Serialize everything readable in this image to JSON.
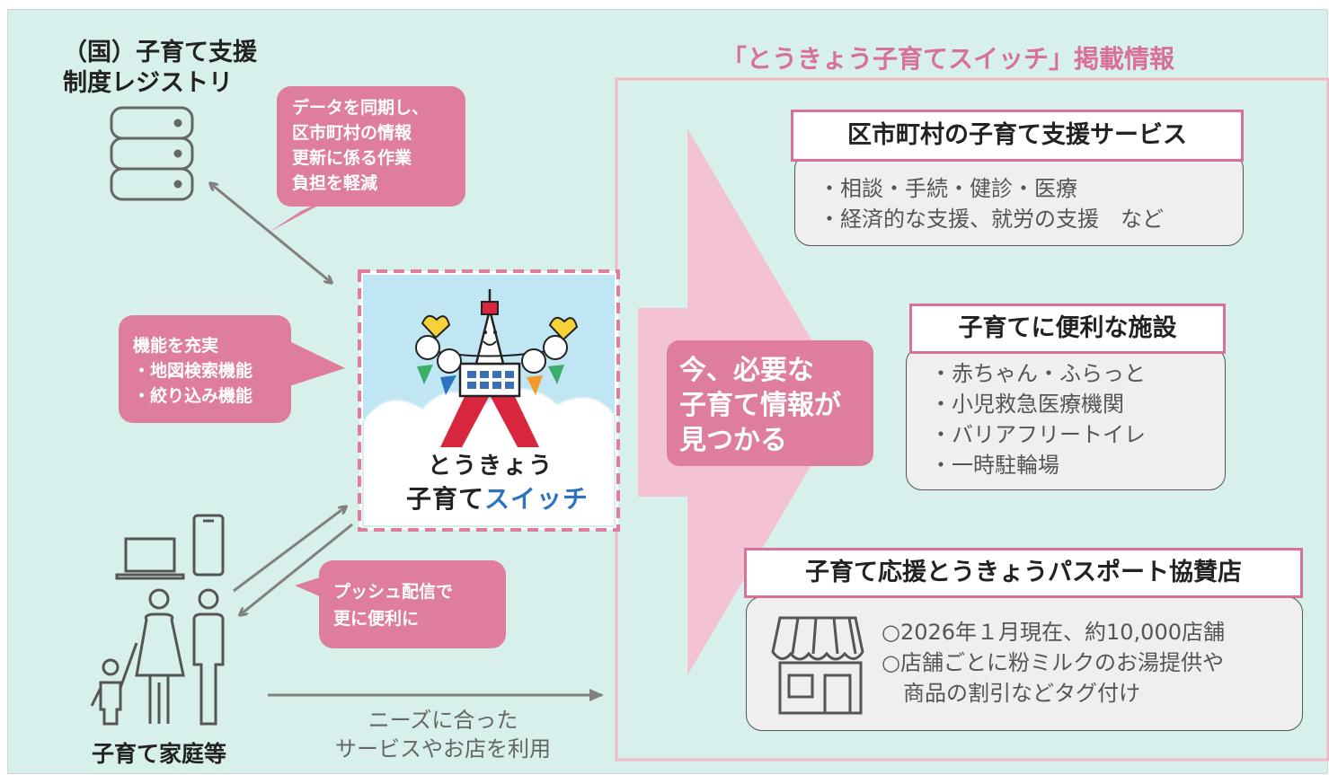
{
  "registry": {
    "title": "（国）子育て支援\n制度レジストリ"
  },
  "bubbles": {
    "sync": "データを同期し、\n区市町村の情報\n更新に係る作業\n負担を軽減",
    "features": "機能を充実\n・地図検索機能\n・絞り込み機能",
    "push": "プッシュ配信で\n更に便利に"
  },
  "app_logo": {
    "line1": "とうきょう",
    "line2_main": "子育て",
    "line2_accent": "スイッチ"
  },
  "household": {
    "label": "子育て家庭等",
    "caption": "ニーズに合った\nサービスやお店を利用"
  },
  "panel": {
    "title": "「とうきょう子育てスイッチ」掲載情報",
    "arrow_text": "今、必要な\n子育て情報が\n見つかる",
    "sections": [
      {
        "header": "区市町村の子育て支援サービス",
        "body": "・相談・手続・健診・医療\n・経済的な支援、就労の支援　など"
      },
      {
        "header": "子育てに便利な施設",
        "body": "・赤ちゃん・ふらっと\n・小児救急医療機関\n・バリアフリートイレ\n・一時駐輪場"
      },
      {
        "header": "子育て応援とうきょうパスポート協賛店",
        "body": "○2026年１月現在、約10,000店舗\n○店舗ごとに粉ミルクのお湯提供や\n　商品の割引などタグ付け"
      }
    ]
  },
  "icons": [
    "database-icon",
    "laptop-icon",
    "smartphone-icon",
    "family-icon",
    "storefront-icon",
    "tokyo-tower-mascot"
  ],
  "colors": {
    "background": "#d7f0eb",
    "pink": "#df7d9c",
    "pink_light": "#f3c3d3",
    "title_pink": "#d9709a",
    "arrow_gray": "#808080"
  }
}
